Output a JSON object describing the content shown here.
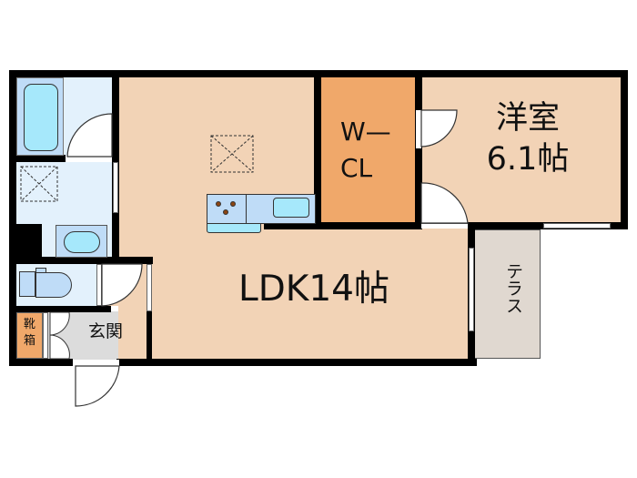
{
  "floorplan": {
    "rooms": {
      "ldk": {
        "label": "LDK14帖",
        "type": "LDK",
        "size_jo": 14.1,
        "size_text": "14帖"
      },
      "western_room": {
        "label_line1": "洋室",
        "label_line2": "6.1帖",
        "size_jo": 6.1
      },
      "walk_in_closet": {
        "label_line1": "W—",
        "label_line2": "CL"
      },
      "entrance": {
        "label": "玄関"
      },
      "shoe_box": {
        "label_line1": "靴",
        "label_line2": "箱"
      },
      "terrace": {
        "label": "テラス"
      },
      "bathroom": {
        "fixture": "bathtub-icon"
      },
      "washroom": {
        "fixtures": [
          "washing-machine-space-icon",
          "wash-basin-icon"
        ]
      },
      "toilet": {
        "fixture": "toilet-icon"
      },
      "kitchen": {
        "fixtures": [
          "stove-icon",
          "sink-icon"
        ]
      }
    },
    "colors": {
      "wall": "#000000",
      "living": "#f2d3b6",
      "closet": "#f0a86a",
      "wet_area": "#e3f1fc",
      "fixture_fill": "#a6e8fb",
      "fixture_base": "#bfdcf7",
      "entrance": "#dcdcdc",
      "terrace": "#e0d8d0",
      "shoe_box": "#f0a86a"
    }
  }
}
